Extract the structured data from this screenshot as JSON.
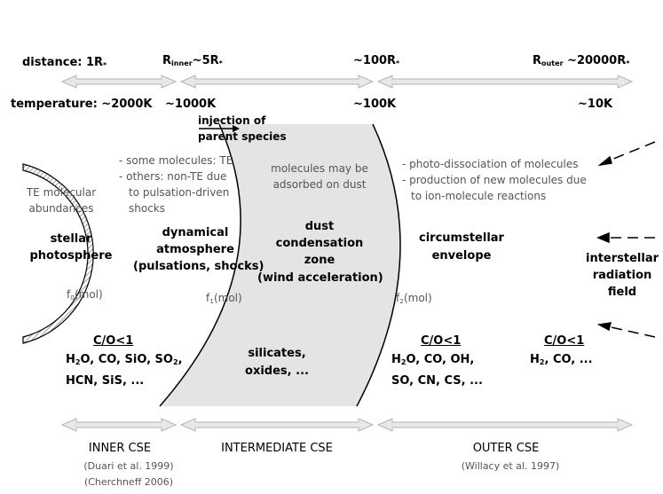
{
  "distance": {
    "label": "distance: 1R",
    "label_sub": "*",
    "r_inner_prefix": "R",
    "r_inner_sub": "inner",
    "r_inner_suffix": "~5R",
    "r_inner_sub2": "*",
    "mid": "~100R",
    "mid_sub": "*",
    "r_outer_prefix": "R",
    "r_outer_sub": "outer",
    "r_outer_suffix": " ~20000R",
    "r_outer_sub2": "*"
  },
  "temperature": {
    "label": "temperature: ~2000K",
    "t1": "~1000K",
    "t2": "~100K",
    "t3": "~10K"
  },
  "injection": {
    "line1": "injection of",
    "line2": "parent species"
  },
  "inner": {
    "te_line1": "TE molecular",
    "te_line2": "abundances",
    "title_line1": "stellar",
    "title_line2": "photosphere",
    "f_label": "f",
    "f_sub": "0",
    "f_suffix": "(mol)",
    "co": "C/O<1",
    "mol_line1_parts": [
      "H",
      "2",
      "O, CO, SiO, SO",
      "2",
      ","
    ],
    "mol_line2": "HCN, SiS, ..."
  },
  "dynamical": {
    "note1": "- some molecules: TE",
    "note2": "- others: non-TE due",
    "note3": "to pulsation-driven",
    "note4": "shocks",
    "title_line1": "dynamical",
    "title_line2": "atmosphere",
    "title_line3": "(pulsations, shocks)",
    "f_label": "f",
    "f_sub": "1",
    "f_suffix": "(mol)"
  },
  "dust": {
    "note_line1": "molecules may be",
    "note_line2": "adsorbed on dust",
    "title_line1": "dust",
    "title_line2": "condensation",
    "title_line3": "zone",
    "title_line4": "(wind acceleration)",
    "mol_line1": "silicates,",
    "mol_line2": "oxides, ..."
  },
  "outer": {
    "note1": "- photo-dissociation of molecules",
    "note2": "- production of new molecules due",
    "note3": "to ion-molecule reactions",
    "title_line1": "circumstellar",
    "title_line2": "envelope",
    "f_label": "f",
    "f_sub": "2",
    "f_suffix": "(mol)",
    "co": "C/O<1",
    "mol_line1_parts": [
      "H",
      "2",
      "O, CO, OH,"
    ],
    "mol_line2": "SO, CN, CS, ..."
  },
  "ism": {
    "co": "C/O<1",
    "mol_parts": [
      "H",
      "2",
      ", CO, ..."
    ],
    "title_line1": "interstellar",
    "title_line2": "radiation",
    "title_line3": "field"
  },
  "regions": {
    "inner": "INNER CSE",
    "intermediate": "INTERMEDIATE CSE",
    "outer": "OUTER CSE",
    "ref_inner1": "(Duari et al. 1999)",
    "ref_inner2": "(Cherchneff 2006)",
    "ref_outer": "(Willacy et al. 1997)"
  },
  "colors": {
    "dust_fill": "#e4e4e4",
    "arrow_fill": "#e8e8e8",
    "arrow_stroke": "#b4b4b4",
    "grey_text": "#555555"
  }
}
